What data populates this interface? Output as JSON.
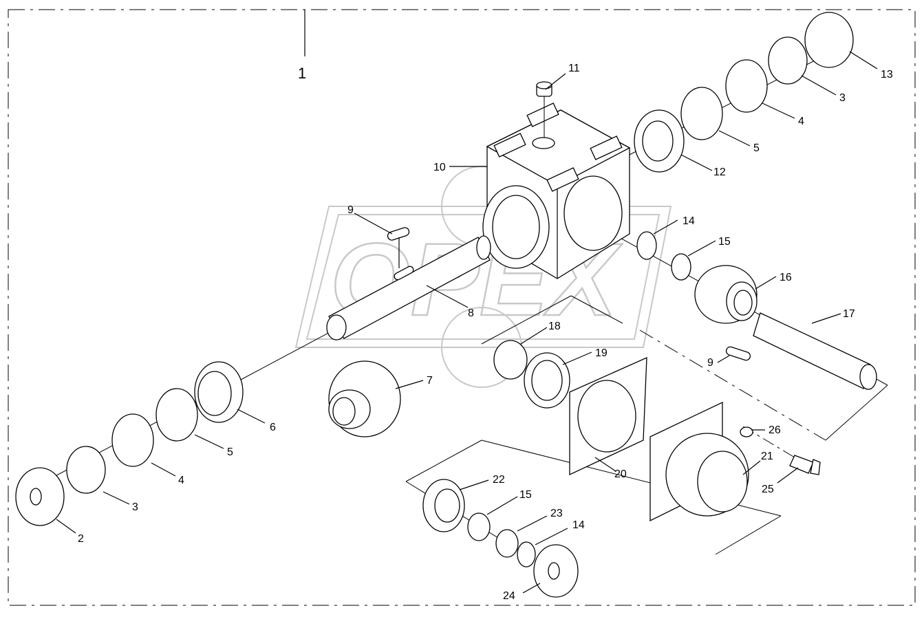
{
  "diagram": {
    "group_number": "1",
    "watermark_text": "OPEX",
    "callouts": {
      "c1": "11",
      "c2": "10",
      "c3": "9",
      "c4": "8",
      "c5": "13",
      "c6": "3",
      "c7": "4",
      "c8": "5",
      "c9": "12",
      "c10": "14",
      "c11": "15",
      "c12": "16",
      "c13": "17",
      "c14": "9",
      "c15": "18",
      "c16": "19",
      "c17": "7",
      "c18": "6",
      "c19": "5",
      "c20": "4",
      "c21": "3",
      "c22": "2",
      "c23": "20",
      "c24": "21",
      "c25": "26",
      "c26": "25",
      "c27": "22",
      "c28": "15",
      "c29": "23",
      "c30": "14",
      "c31": "24"
    }
  }
}
